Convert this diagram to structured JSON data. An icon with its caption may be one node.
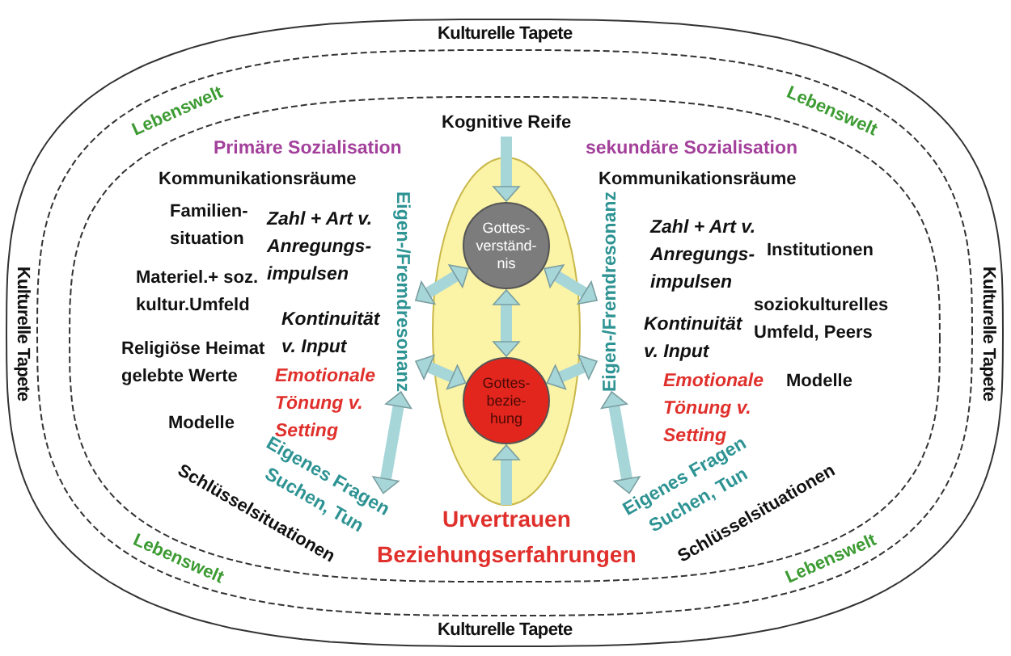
{
  "diagram": {
    "nodes": [
      {
        "text": [
          "Kulturelle Tapete",
          "Kulturelle Tapete",
          "Kulturelle Tapete",
          "Kulturelle Tapete"
        ]
      },
      {
        "text": [
          "Lebenswelt",
          "Lebenswelt",
          "Lebenswelt",
          "Lebenswelt"
        ],
        "in": 0
      },
      {
        "text": [],
        "shape": "ellipse",
        "in": 1
      },
      {
        "text": [
          "Kognitive Reife"
        ],
        "in": 2
      },
      {
        "text": [],
        "shape": "ellipse",
        "in": 2
      },
      {
        "text": [
          "Gottes- verständ- nis"
        ],
        "in": 4
      },
      {
        "text": [
          "Gottes- bezie- hung"
        ],
        "in": 4
      },
      {
        "text": [
          "Eigen-/Fremdresonanz"
        ],
        "in": 2
      },
      {
        "text": [
          "Eigen-/Fremdresonanz"
        ],
        "in": 2
      },
      {
        "text": [
          "Eigenes Fragen Suchen, Tun"
        ],
        "in": 2
      },
      {
        "text": [
          "Eigenes Fragen Suchen, Tun"
        ],
        "in": 2
      },
      {
        "text": [
          "Urvertrauen",
          "Beziehungserfahrungen"
        ],
        "in": 2
      }
    ],
    "edges": [
      {
        "from": 3,
        "to": 5,
        "arrow": "to"
      },
      {
        "from": 5,
        "to": 6,
        "arrow": "both"
      },
      {
        "from": 7,
        "to": 5,
        "arrow": "both"
      },
      {
        "from": 7,
        "to": 6,
        "arrow": "both"
      },
      {
        "from": 8,
        "to": 5,
        "arrow": "both"
      },
      {
        "from": 8,
        "to": 6,
        "arrow": "both"
      },
      {
        "from": 11,
        "to": 6,
        "arrow": "to"
      },
      {
        "from": 7,
        "to": 9,
        "arrow": "both"
      },
      {
        "from": 8,
        "to": 10,
        "arrow": "both"
      }
    ],
    "labels": [
      "Primäre Sozialisation",
      "Kommunikationsräume",
      "Familien- situation",
      "Zahl + Art v. Anregungs- impulsen",
      "Materiel.+ soz. kultur.Umfeld",
      "Kontinuität v. Input",
      "Religiöse Heimat gelebte Werte",
      "Emotionale Tönung v. Setting",
      "Modelle",
      "Schlüsselsituationen",
      "sekundäre Sozialisation",
      "Kommunikationsräume",
      "Zahl + Art v. Anregungs- impulsen",
      "Institutionen",
      "Kontinuität v. Input",
      "soziokulturelles Umfeld, Peers",
      "Emotionale Tönung v. Setting",
      "Modelle",
      "Schlüsselsituationen"
    ]
  }
}
